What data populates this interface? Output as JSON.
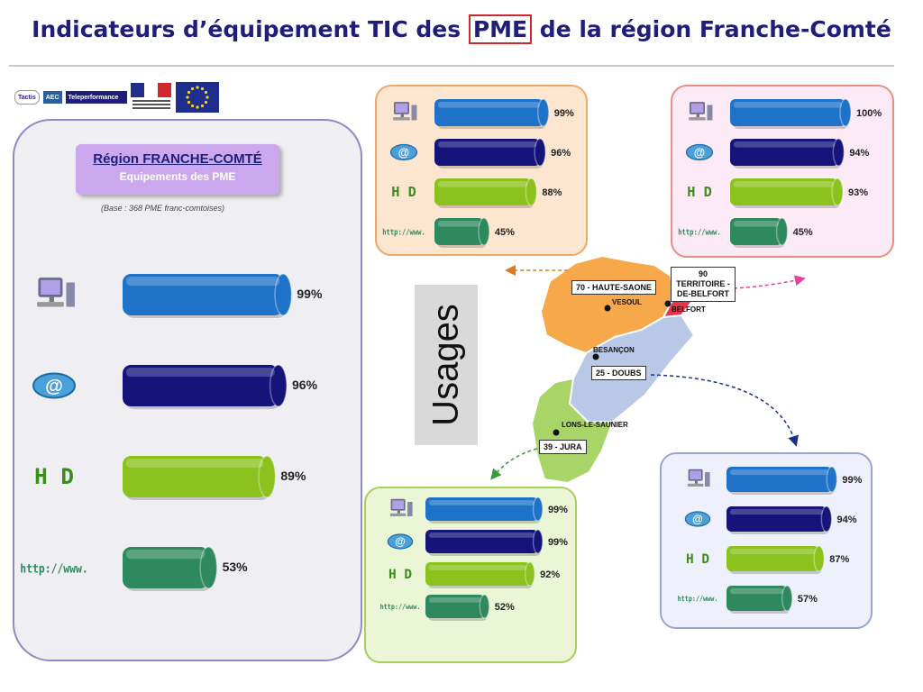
{
  "header": {
    "title_before": "Indicateurs d’équipement TIC des ",
    "title_highlight": "PME",
    "title_after": " de la région Franche-Comté"
  },
  "logos": {
    "tactis": "Tactis",
    "aec": "AEC",
    "teleperformance": "Teleperformance"
  },
  "main_panel": {
    "region_title": "Région FRANCHE-COMTÉ",
    "subtitle": "Equipements des PME",
    "base_note": "(Base : 368 PME franc-comtoises)"
  },
  "usages_label": "Usages",
  "map": {
    "departments": [
      "70 - HAUTE-SAONE",
      "90 TERRITOIRE -DE-BELFORT",
      "25 - DOUBS",
      "39 - JURA"
    ],
    "cities": [
      "VESOUL",
      "BELFORT",
      "BESANÇON",
      "LONS-LE-SAUNIER"
    ]
  },
  "chart_data": [
    {
      "type": "bar",
      "panel": "Région FRANCHE-COMTÉ",
      "categories": [
        "computer-icon",
        "email-icon",
        "hd-icon",
        "web-icon"
      ],
      "category_text": [
        "",
        "@",
        "H D",
        "http://www."
      ],
      "values": [
        99,
        96,
        89,
        53
      ],
      "labels": [
        "99%",
        "96%",
        "89%",
        "53%"
      ]
    },
    {
      "type": "bar",
      "panel": "70 - HAUTE-SAONE",
      "categories": [
        "computer-icon",
        "email-icon",
        "hd-icon",
        "web-icon"
      ],
      "category_text": [
        "",
        "@",
        "H D",
        "http://www."
      ],
      "values": [
        99,
        96,
        88,
        45
      ],
      "labels": [
        "99%",
        "96%",
        "88%",
        "45%"
      ]
    },
    {
      "type": "bar",
      "panel": "90 TERRITOIRE -DE-BELFORT",
      "categories": [
        "computer-icon",
        "email-icon",
        "hd-icon",
        "web-icon"
      ],
      "category_text": [
        "",
        "@",
        "H D",
        "http://www."
      ],
      "values": [
        100,
        94,
        93,
        45
      ],
      "labels": [
        "100%",
        "94%",
        "93%",
        "45%"
      ]
    },
    {
      "type": "bar",
      "panel": "39 - JURA",
      "categories": [
        "computer-icon",
        "email-icon",
        "hd-icon",
        "web-icon"
      ],
      "category_text": [
        "",
        "@",
        "H D",
        "http://www."
      ],
      "values": [
        99,
        99,
        92,
        52
      ],
      "labels": [
        "99%",
        "99%",
        "92%",
        "52%"
      ]
    },
    {
      "type": "bar",
      "panel": "25 - DOUBS",
      "categories": [
        "computer-icon",
        "email-icon",
        "hd-icon",
        "web-icon"
      ],
      "category_text": [
        "",
        "@",
        "H D",
        "http://www."
      ],
      "values": [
        99,
        94,
        87,
        57
      ],
      "labels": [
        "99%",
        "94%",
        "87%",
        "57%"
      ]
    }
  ],
  "colors": {
    "computer": "#1e73c8",
    "email": "#14147a",
    "hd": "#8cc21e",
    "web": "#2e8a5e",
    "title": "#1f1f7a",
    "haute_saone": "#f7a84a",
    "belfort": "#e8344a",
    "doubs": "#b8c8e6",
    "jura": "#a8d468"
  }
}
